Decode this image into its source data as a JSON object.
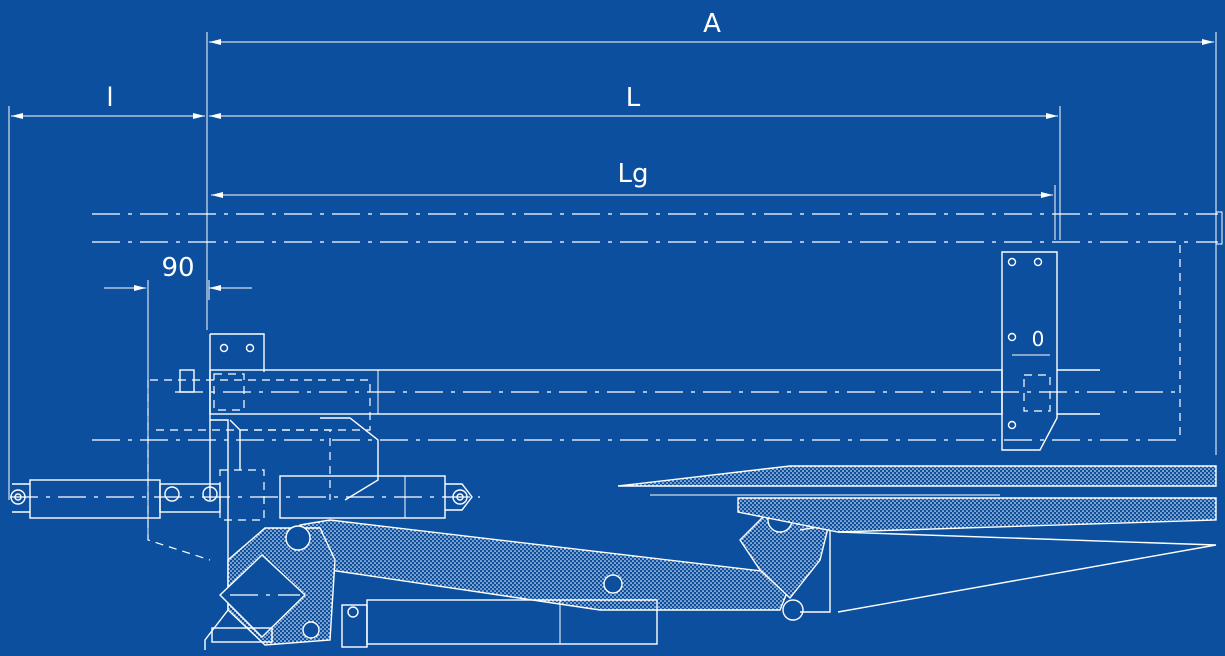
{
  "dimensions": {
    "A": "A",
    "L": "L",
    "Lg": "Lg",
    "l": "l",
    "offset": "90"
  },
  "bracket_label": "0",
  "colors": {
    "background": "#0b4f9e",
    "lines": "#ffffff"
  }
}
